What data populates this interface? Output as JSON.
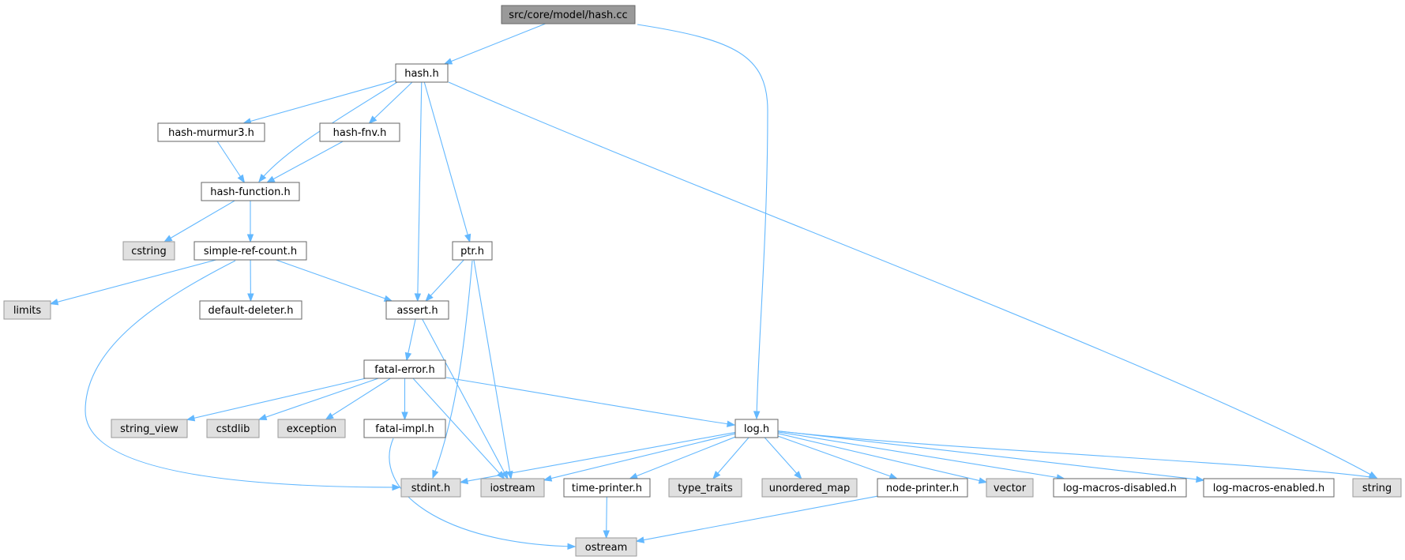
{
  "colors": {
    "edge": "#63b8ff",
    "root_fill": "#999999",
    "root_border": "#666666",
    "local_fill": "#ffffff",
    "local_border": "#666666",
    "system_fill": "#e0e0e0",
    "system_border": "#999999"
  },
  "nodes": [
    {
      "id": "hash_cc",
      "label": "src/core/model/hash.cc",
      "kind": "root"
    },
    {
      "id": "hash_h",
      "label": "hash.h",
      "kind": "local"
    },
    {
      "id": "log_h",
      "label": "log.h",
      "kind": "local"
    },
    {
      "id": "murmur",
      "label": "hash-murmur3.h",
      "kind": "local"
    },
    {
      "id": "fnv",
      "label": "hash-fnv.h",
      "kind": "local"
    },
    {
      "id": "hfunc",
      "label": "hash-function.h",
      "kind": "local"
    },
    {
      "id": "cstring",
      "label": "cstring",
      "kind": "system"
    },
    {
      "id": "src",
      "label": "simple-ref-count.h",
      "kind": "local"
    },
    {
      "id": "limits",
      "label": "limits",
      "kind": "system"
    },
    {
      "id": "deleter",
      "label": "default-deleter.h",
      "kind": "local"
    },
    {
      "id": "ptr",
      "label": "ptr.h",
      "kind": "local"
    },
    {
      "id": "assert",
      "label": "assert.h",
      "kind": "local"
    },
    {
      "id": "fatal",
      "label": "fatal-error.h",
      "kind": "local"
    },
    {
      "id": "string_view",
      "label": "string_view",
      "kind": "system"
    },
    {
      "id": "cstdlib",
      "label": "cstdlib",
      "kind": "system"
    },
    {
      "id": "exception",
      "label": "exception",
      "kind": "system"
    },
    {
      "id": "fimpl",
      "label": "fatal-impl.h",
      "kind": "local"
    },
    {
      "id": "stdint",
      "label": "stdint.h",
      "kind": "system"
    },
    {
      "id": "iostream",
      "label": "iostream",
      "kind": "system"
    },
    {
      "id": "tprinter",
      "label": "time-printer.h",
      "kind": "local"
    },
    {
      "id": "type_traits",
      "label": "type_traits",
      "kind": "system"
    },
    {
      "id": "umap",
      "label": "unordered_map",
      "kind": "system"
    },
    {
      "id": "nprinter",
      "label": "node-printer.h",
      "kind": "local"
    },
    {
      "id": "vector",
      "label": "vector",
      "kind": "system"
    },
    {
      "id": "lmd",
      "label": "log-macros-disabled.h",
      "kind": "local"
    },
    {
      "id": "lme",
      "label": "log-macros-enabled.h",
      "kind": "local"
    },
    {
      "id": "string",
      "label": "string",
      "kind": "system"
    },
    {
      "id": "ostream",
      "label": "ostream",
      "kind": "system"
    }
  ],
  "edges": [
    {
      "from": "hash_cc",
      "to": "hash_h"
    },
    {
      "from": "hash_cc",
      "to": "log_h"
    },
    {
      "from": "hash_h",
      "to": "murmur"
    },
    {
      "from": "hash_h",
      "to": "fnv"
    },
    {
      "from": "hash_h",
      "to": "hfunc"
    },
    {
      "from": "hash_h",
      "to": "assert"
    },
    {
      "from": "hash_h",
      "to": "ptr"
    },
    {
      "from": "hash_h",
      "to": "string"
    },
    {
      "from": "murmur",
      "to": "hfunc"
    },
    {
      "from": "fnv",
      "to": "hfunc"
    },
    {
      "from": "hfunc",
      "to": "cstring"
    },
    {
      "from": "hfunc",
      "to": "src"
    },
    {
      "from": "src",
      "to": "limits"
    },
    {
      "from": "src",
      "to": "deleter"
    },
    {
      "from": "src",
      "to": "assert"
    },
    {
      "from": "src",
      "to": "stdint"
    },
    {
      "from": "ptr",
      "to": "assert"
    },
    {
      "from": "ptr",
      "to": "stdint"
    },
    {
      "from": "ptr",
      "to": "iostream"
    },
    {
      "from": "assert",
      "to": "fatal"
    },
    {
      "from": "assert",
      "to": "iostream"
    },
    {
      "from": "fatal",
      "to": "string_view"
    },
    {
      "from": "fatal",
      "to": "cstdlib"
    },
    {
      "from": "fatal",
      "to": "exception"
    },
    {
      "from": "fatal",
      "to": "fimpl"
    },
    {
      "from": "fatal",
      "to": "iostream"
    },
    {
      "from": "fatal",
      "to": "log_h"
    },
    {
      "from": "fimpl",
      "to": "ostream"
    },
    {
      "from": "log_h",
      "to": "stdint"
    },
    {
      "from": "log_h",
      "to": "iostream"
    },
    {
      "from": "log_h",
      "to": "tprinter"
    },
    {
      "from": "log_h",
      "to": "type_traits"
    },
    {
      "from": "log_h",
      "to": "umap"
    },
    {
      "from": "log_h",
      "to": "nprinter"
    },
    {
      "from": "log_h",
      "to": "vector"
    },
    {
      "from": "log_h",
      "to": "lmd"
    },
    {
      "from": "log_h",
      "to": "lme"
    },
    {
      "from": "log_h",
      "to": "string"
    },
    {
      "from": "tprinter",
      "to": "ostream"
    },
    {
      "from": "nprinter",
      "to": "ostream"
    }
  ]
}
